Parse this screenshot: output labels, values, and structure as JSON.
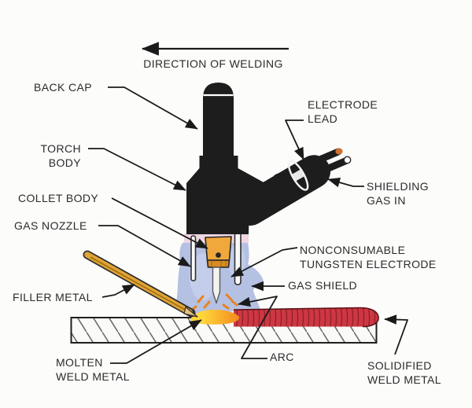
{
  "figure": {
    "kind": "technical-diagram",
    "subject": "Gas tungsten arc welding (TIG) torch cross-section"
  },
  "labels": {
    "direction_of_welding": "DIRECTION OF WELDING",
    "back_cap": "BACK CAP",
    "torch_body": "TORCH\nBODY",
    "collet_body": "COLLET BODY",
    "gas_nozzle": "GAS NOZZLE",
    "filler_metal": "FILLER METAL",
    "electrode_lead": "ELECTRODE\nLEAD",
    "shielding_gas_in": "SHIELDING\nGAS IN",
    "nonconsumable_tungsten_electrode": "NONCONSUMABLE\nTUNGSTEN ELECTRODE",
    "gas_shield": "GAS SHIELD",
    "arc": "ARC",
    "molten_weld_metal": "MOLTEN\nWELD METAL",
    "solidified_weld_metal": "SOLIDIFIED\nWELD METAL"
  },
  "colors": {
    "background": "#fcfcfb",
    "torch_black": "#1d1d1d",
    "cap_highlight": "#ffffff",
    "pink_band": "#efd6e2",
    "shield_blue": "#b4c1e3",
    "shield_blue_light": "#cdd6ee",
    "collet_orange": "#f0a73c",
    "collet_orange_dark": "#d88c22",
    "electrode_white": "#f2f2f0",
    "arc_orange": "#e8821e",
    "pool_yellow": "#ffd63a",
    "pool_orange": "#f28a1e",
    "bead_red": "#cd3743",
    "bead_ripple": "#8e2028",
    "bead_outline": "#5c1216",
    "plate_fill": "#fafaf8",
    "plate_hatch": "#6a6a6a",
    "plate_outline": "#1f1f1f",
    "filler_rod": "#e2a435",
    "rod_outline": "#2f2f2f",
    "rod_stripe": "#9c6e12",
    "cable_tip_copper": "#cf7030",
    "leader": "#1a1a1a",
    "text": "#2b2b2b"
  }
}
